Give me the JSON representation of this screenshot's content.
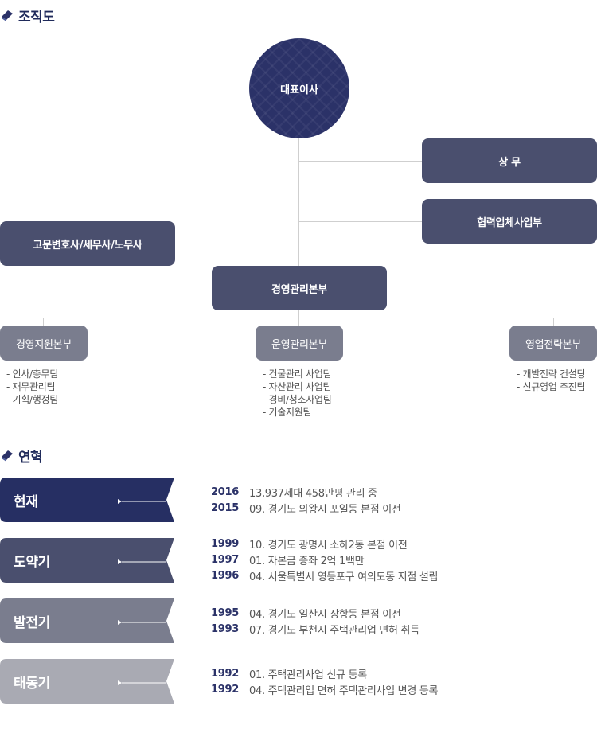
{
  "org": {
    "title": "조직도",
    "ceo": "대표이사",
    "executive": "상 무",
    "partner": "협력업체사업부",
    "advisor": "고문변호사/세무사/노무사",
    "management": "경영관리본부",
    "divisions": [
      {
        "name": "경영지원본부",
        "teams": [
          "- 인사/총무팀",
          "- 재무관리팀",
          "- 기획/행정팀"
        ]
      },
      {
        "name": "운영관리본부",
        "teams": [
          "- 건물관리 사업팀",
          "- 자산관리 사업팀",
          "- 경비/청소사업팀",
          "- 기술지원팀"
        ]
      },
      {
        "name": "영업전략본부",
        "teams": [
          "- 개발전략 컨설팅",
          "- 신규영업 추진팀"
        ]
      }
    ]
  },
  "history": {
    "title": "연혁",
    "eras": [
      {
        "label": "현재",
        "color": "#262f63",
        "items": [
          {
            "year": "2016",
            "text": "13,937세대 458만평 관리 중"
          },
          {
            "year": "2015",
            "text": "09. 경기도 의왕시 포일동 본점 이전"
          }
        ]
      },
      {
        "label": "도약기",
        "color": "#4a4f6e",
        "items": [
          {
            "year": "1999",
            "text": "10. 경기도 광명시 소하2동 본점 이전"
          },
          {
            "year": "1997",
            "text": "01. 자본금 증좌 2억 1백만"
          },
          {
            "year": "1996",
            "text": "04. 서울특별시 영등포구 여의도동 지점 설립"
          }
        ]
      },
      {
        "label": "발전기",
        "color": "#7a7d8e",
        "items": [
          {
            "year": "1995",
            "text": "04. 경기도 일산시 장항동 본점 이전"
          },
          {
            "year": "1993",
            "text": "07. 경기도 부천시 주택관리업 면허 취득"
          }
        ]
      },
      {
        "label": "태동기",
        "color": "#a9aab3",
        "items": [
          {
            "year": "1992",
            "text": "01. 주택관리사업 신규 등록"
          },
          {
            "year": "1992",
            "text": "04. 주택관리업 면허 주택관리사업 변경 등록"
          }
        ]
      }
    ]
  },
  "icons": {
    "section": "book-icon",
    "era": "play-arrow-icon"
  }
}
